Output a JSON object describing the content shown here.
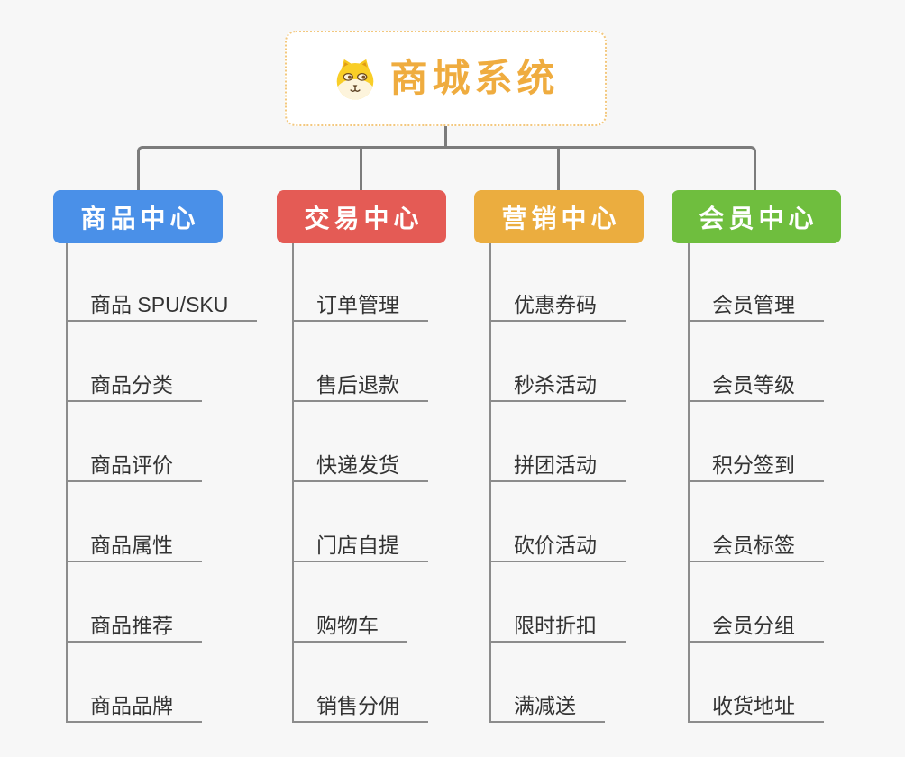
{
  "canvas": {
    "background": "#f7f7f7"
  },
  "root": {
    "title": "商城系统",
    "icon": "dog-face-icon",
    "title_color": "#EFAC3F",
    "border_color": "#F3C87E"
  },
  "connector_color": "#7C7C7C",
  "leaf_line_color": "#8C8C8C",
  "leaf_text_color": "#333333",
  "branches": [
    {
      "label": "商品中心",
      "color": "#4A90E8",
      "items": [
        "商品 SPU/SKU",
        "商品分类",
        "商品评价",
        "商品属性",
        "商品推荐",
        "商品品牌"
      ]
    },
    {
      "label": "交易中心",
      "color": "#E45B55",
      "items": [
        "订单管理",
        "售后退款",
        "快递发货",
        "门店自提",
        "购物车",
        "销售分佣"
      ]
    },
    {
      "label": "营销中心",
      "color": "#EBAD3F",
      "items": [
        "优惠券码",
        "秒杀活动",
        "拼团活动",
        "砍价活动",
        "限时折扣",
        "满减送"
      ]
    },
    {
      "label": "会员中心",
      "color": "#6FBE3E",
      "items": [
        "会员管理",
        "会员等级",
        "积分签到",
        "会员标签",
        "会员分组",
        "收货地址"
      ]
    }
  ]
}
